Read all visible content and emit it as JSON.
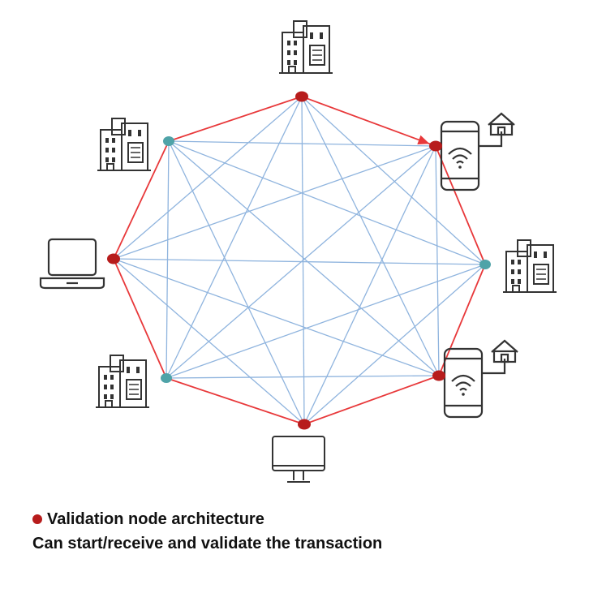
{
  "colors": {
    "red_edge": "#e8383a",
    "blue_edge": "#8fb4de",
    "red_node": "#b71c1c",
    "teal_node": "#4fa3a8",
    "icon_stroke": "#333333"
  },
  "diagram": {
    "nodes": [
      {
        "id": "n-top",
        "type": "validation",
        "device": "building-icon"
      },
      {
        "id": "n-top-right",
        "type": "validation",
        "device": "smartphone-home-icon"
      },
      {
        "id": "n-right",
        "type": "standard",
        "device": "building-icon"
      },
      {
        "id": "n-bottom-right",
        "type": "validation",
        "device": "smartphone-home-icon"
      },
      {
        "id": "n-bottom",
        "type": "validation",
        "device": "desktop-monitor-icon"
      },
      {
        "id": "n-bottom-left",
        "type": "standard",
        "device": "building-icon"
      },
      {
        "id": "n-left",
        "type": "validation",
        "device": "laptop-icon"
      },
      {
        "id": "n-top-left",
        "type": "standard",
        "device": "building-icon"
      }
    ],
    "red_paths": [
      [
        "n-top-left",
        "n-top"
      ],
      [
        "n-top",
        "n-top-right"
      ],
      [
        "n-left",
        "n-top-left"
      ],
      [
        "n-left",
        "n-bottom-left"
      ],
      [
        "n-bottom-left",
        "n-bottom"
      ],
      [
        "n-bottom",
        "n-bottom-right"
      ],
      [
        "n-top-right",
        "n-right"
      ],
      [
        "n-right",
        "n-bottom-right"
      ]
    ],
    "arrow_into": "n-top-right"
  },
  "legend": {
    "line1": "Validation node architecture",
    "line2": "Can start/receive and validate the transaction"
  }
}
